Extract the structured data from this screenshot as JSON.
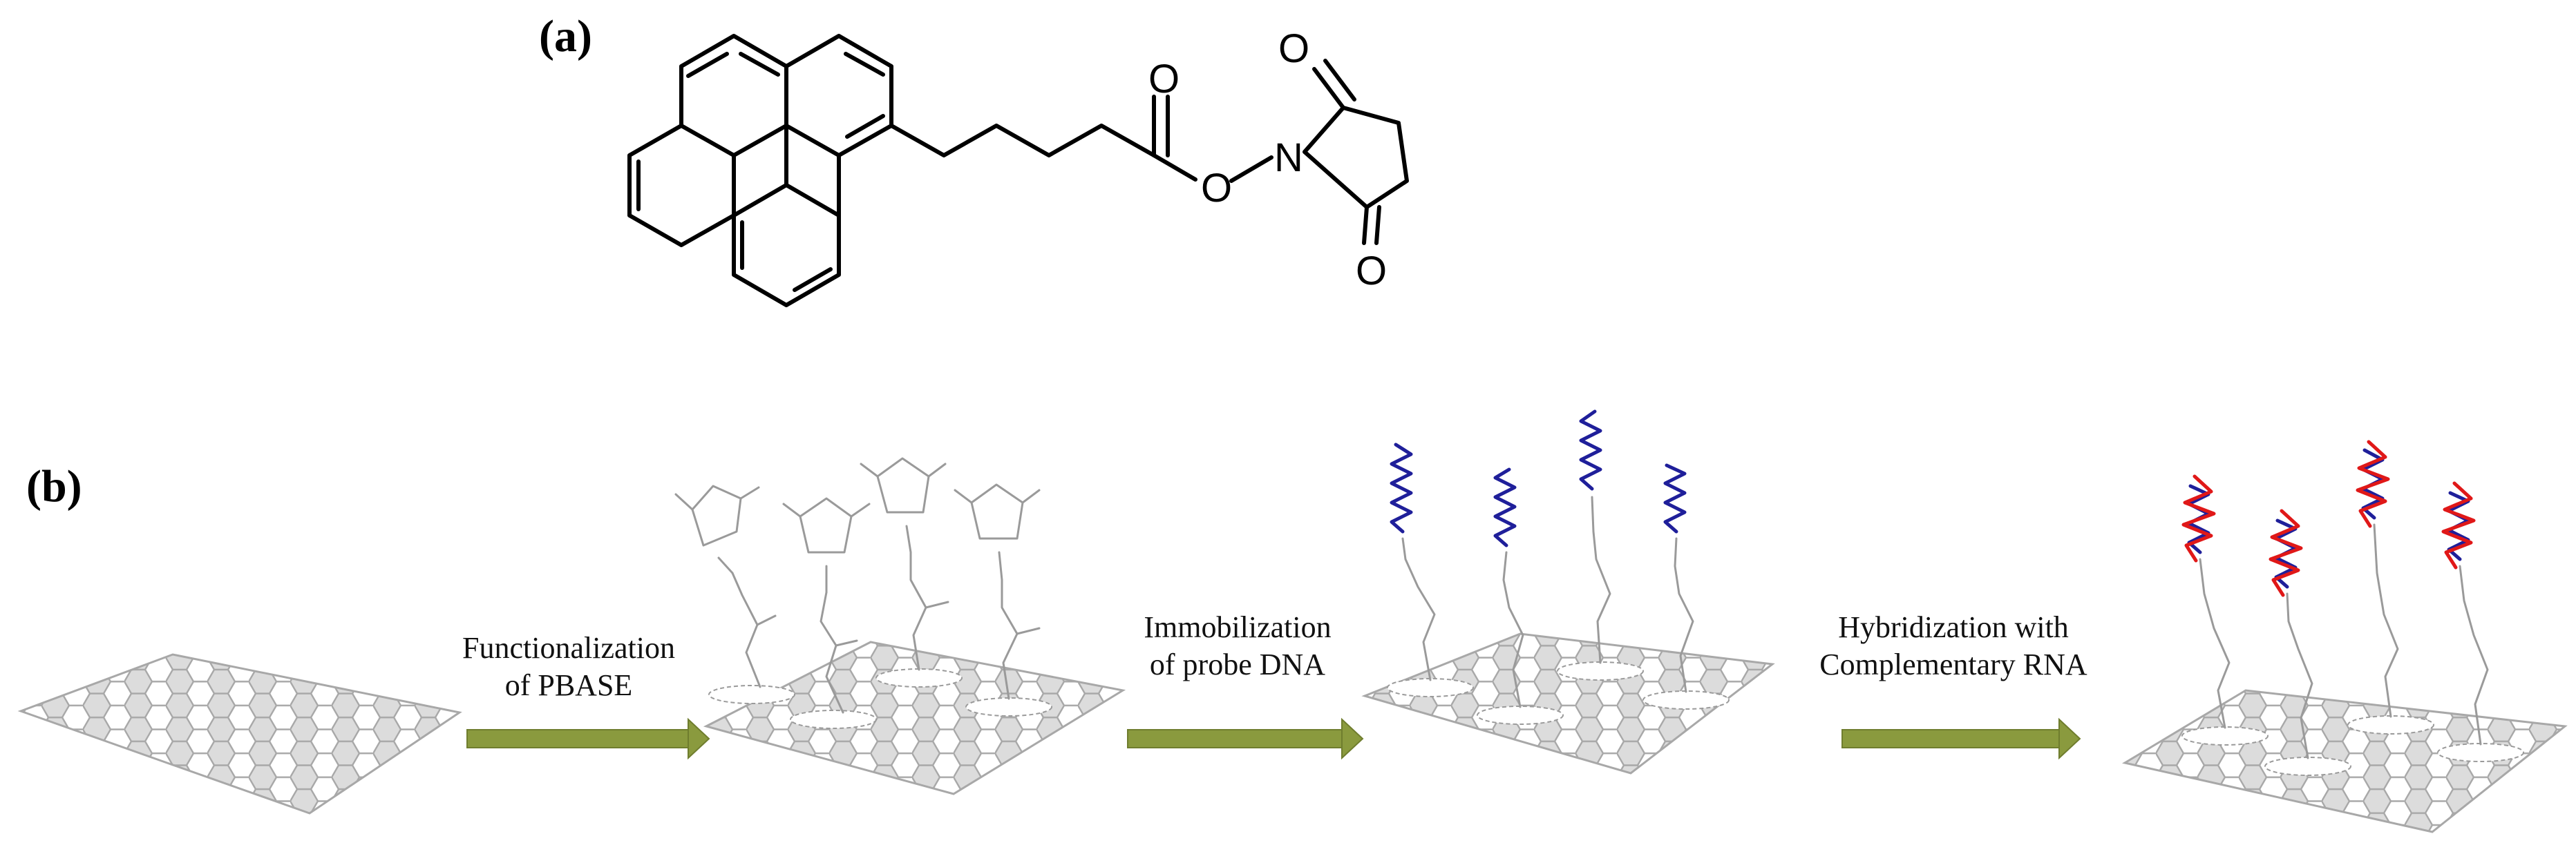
{
  "figure": {
    "panel_a_label": "(a)",
    "panel_b_label": "(b)",
    "molecule": {
      "atoms": {
        "carbonyl_o": "O",
        "ester_o": "O",
        "n": "N",
        "imide_o_top": "O",
        "imide_o_bottom": "O"
      }
    },
    "steps": [
      {
        "line1": "Functionalization",
        "line2": "of PBASE"
      },
      {
        "line1": "Immobilization",
        "line2": "of probe DNA"
      },
      {
        "line1": "Hybridization with",
        "line2": "Complementary RNA"
      }
    ],
    "colors": {
      "arrow": "#8a9a3e",
      "arrow_edge": "#6f7d2e",
      "graphene_fill": "#dcdcdc",
      "graphene_edge": "#a8a8a8",
      "linker": "#9a9a9a",
      "dna": "#1f1f9a",
      "rna": "#e01818"
    }
  }
}
